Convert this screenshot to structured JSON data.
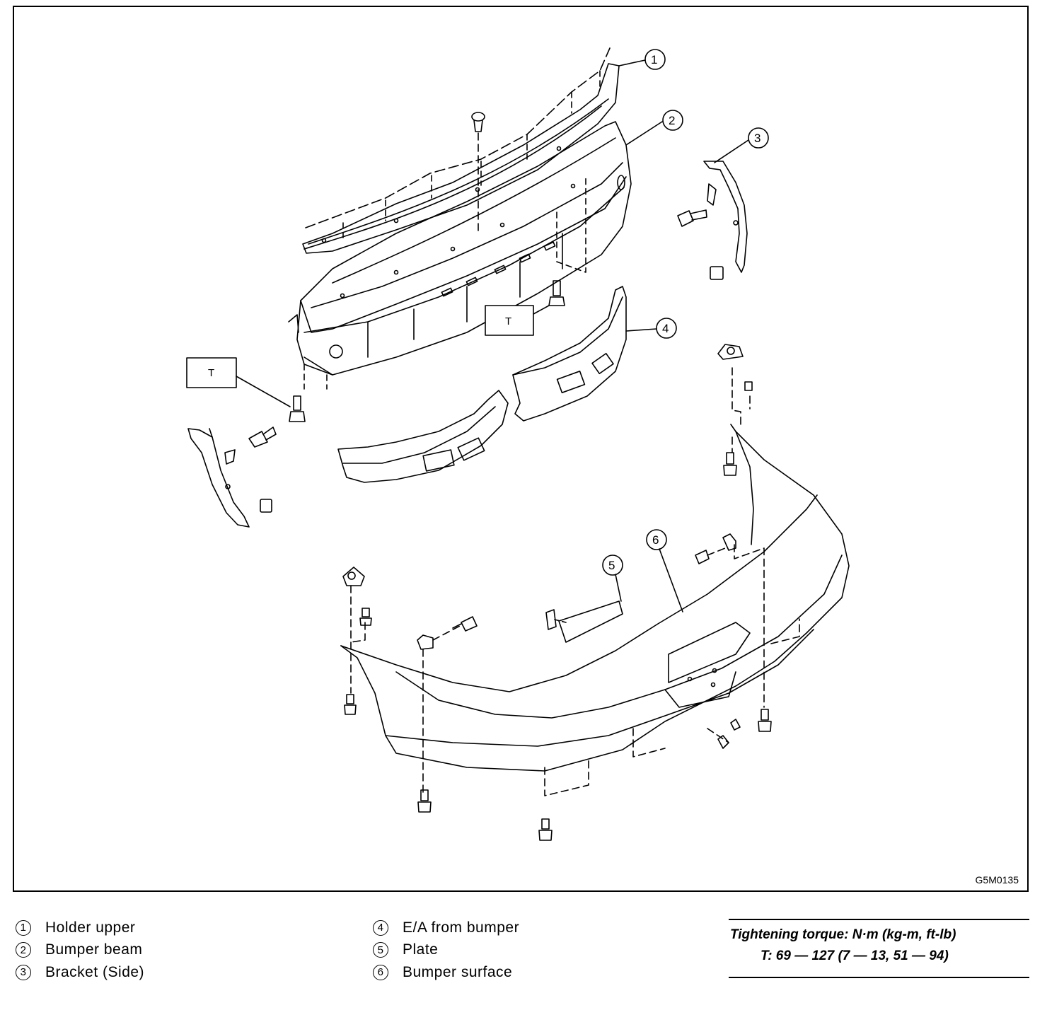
{
  "figure": {
    "code": "G5M0135",
    "callouts": [
      {
        "num": "1"
      },
      {
        "num": "2"
      },
      {
        "num": "3"
      },
      {
        "num": "4"
      },
      {
        "num": "5"
      },
      {
        "num": "6"
      }
    ],
    "torque_marker": "T"
  },
  "legend": {
    "left": [
      {
        "num": "1",
        "label": "Holder upper"
      },
      {
        "num": "2",
        "label": "Bumper beam"
      },
      {
        "num": "3",
        "label": "Bracket (Side)"
      }
    ],
    "mid": [
      {
        "num": "4",
        "label": "E/A from bumper"
      },
      {
        "num": "5",
        "label": "Plate"
      },
      {
        "num": "6",
        "label": "Bumper surface"
      }
    ]
  },
  "torque": {
    "title": "Tightening torque: N·m (kg-m, ft-lb)",
    "value": "T: 69 — 127 (7 — 13, 51 — 94)"
  }
}
